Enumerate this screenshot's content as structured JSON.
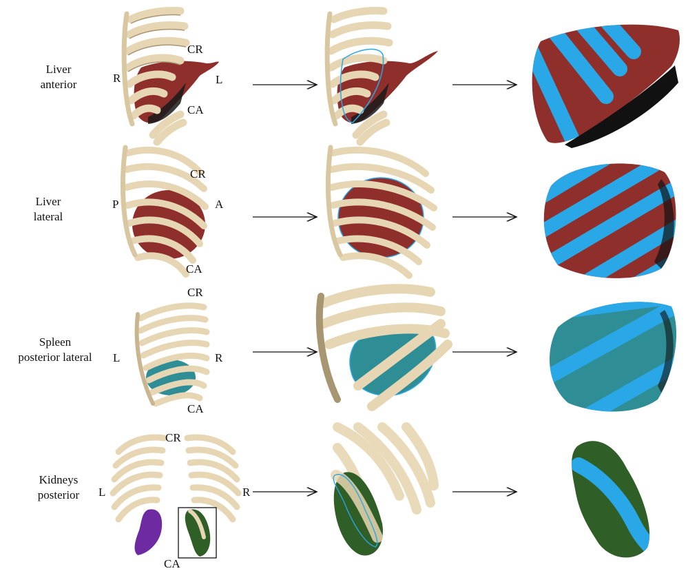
{
  "colors": {
    "bone": "#e7d6b3",
    "bone_shade": "#a89572",
    "liver": "#8f2f2c",
    "spleen": "#2f8e95",
    "kidney_right": "#2f5e26",
    "kidney_left": "#6e2aa1",
    "overlap_stripe": "#2aa7e6",
    "background": "#ffffff"
  },
  "rows": [
    {
      "id": "liver-anterior",
      "label": "Liver\nanterior",
      "directions": {
        "top": "CR",
        "bottom": "CA",
        "left": "R",
        "right": "L"
      }
    },
    {
      "id": "liver-lateral",
      "label": "Liver\nlateral",
      "directions": {
        "top": "CR",
        "bottom": "CA",
        "left": "P",
        "right": "A"
      }
    },
    {
      "id": "spleen-posterior-lateral",
      "label": "Spleen\nposterior lateral",
      "directions": {
        "top": "CR",
        "bottom": "CA",
        "left": "L",
        "right": "R"
      }
    },
    {
      "id": "kidneys-posterior",
      "label": "Kidneys\nposterior",
      "directions": {
        "top": "CR",
        "bottom": "CA",
        "left": "L",
        "right": "R"
      }
    }
  ],
  "arrow_glyph": "→"
}
